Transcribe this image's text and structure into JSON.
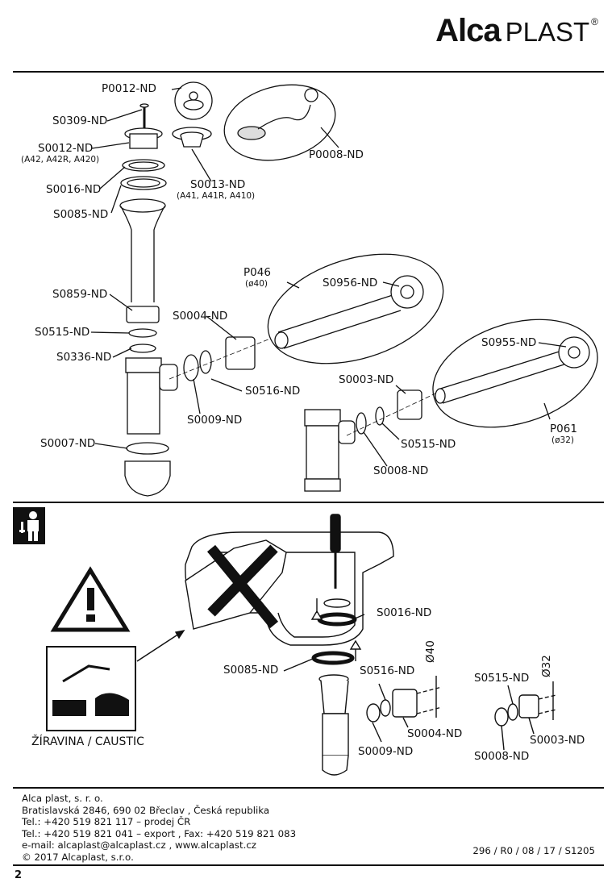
{
  "header": {
    "brand_bold": "Alca",
    "brand_light": "PLAST",
    "registered": "®"
  },
  "parts": {
    "p0012": "P0012-ND",
    "s0309": "S0309-ND",
    "s0012": "S0012-ND",
    "s0012_note": "(A42, A42R, A420)",
    "s0016": "S0016-ND",
    "s0085": "S0085-ND",
    "s0013": "S0013-ND",
    "s0013_note": "(A41, A41R, A410)",
    "p0008": "P0008-ND",
    "p046": "P046",
    "p046_note": "(ø40)",
    "s0956": "S0956-ND",
    "s0859": "S0859-ND",
    "s0004": "S0004-ND",
    "s0515": "S0515-ND",
    "s0336": "S0336-ND",
    "s0955": "S0955-ND",
    "s0516": "S0516-ND",
    "s0003": "S0003-ND",
    "s0009": "S0009-ND",
    "s0007": "S0007-ND",
    "s0008": "S0008-ND",
    "p061": "P061",
    "p061_note": "(ø32)"
  },
  "install": {
    "s0016": "S0016-ND",
    "s0085": "S0085-ND",
    "s0516": "S0516-ND",
    "s0004": "S0004-ND",
    "s0009": "S0009-ND",
    "d40": "Ø40",
    "s0515": "S0515-ND",
    "s0003": "S0003-ND",
    "s0008": "S0008-ND",
    "d32": "Ø32",
    "caustic": "ŽÍRAVINA / CAUSTIC"
  },
  "footer": {
    "company": "Alca plast, s. r. o.",
    "address": "Bratislavská 2846, 690 02 Břeclav , Česká republika",
    "tel1": "Tel.: +420 519 821 117 – prodej ČR",
    "tel2": "Tel.: +420 519 821 041 – export , Fax: +420 519 821 083",
    "email": "e-mail: alcaplast@alcaplast.cz , www.alcaplast.cz",
    "copyright": "© 2017 Alcaplast, s.r.o.",
    "doc_code": "296 / R0 / 08 / 17 / S1205",
    "page": "2"
  }
}
